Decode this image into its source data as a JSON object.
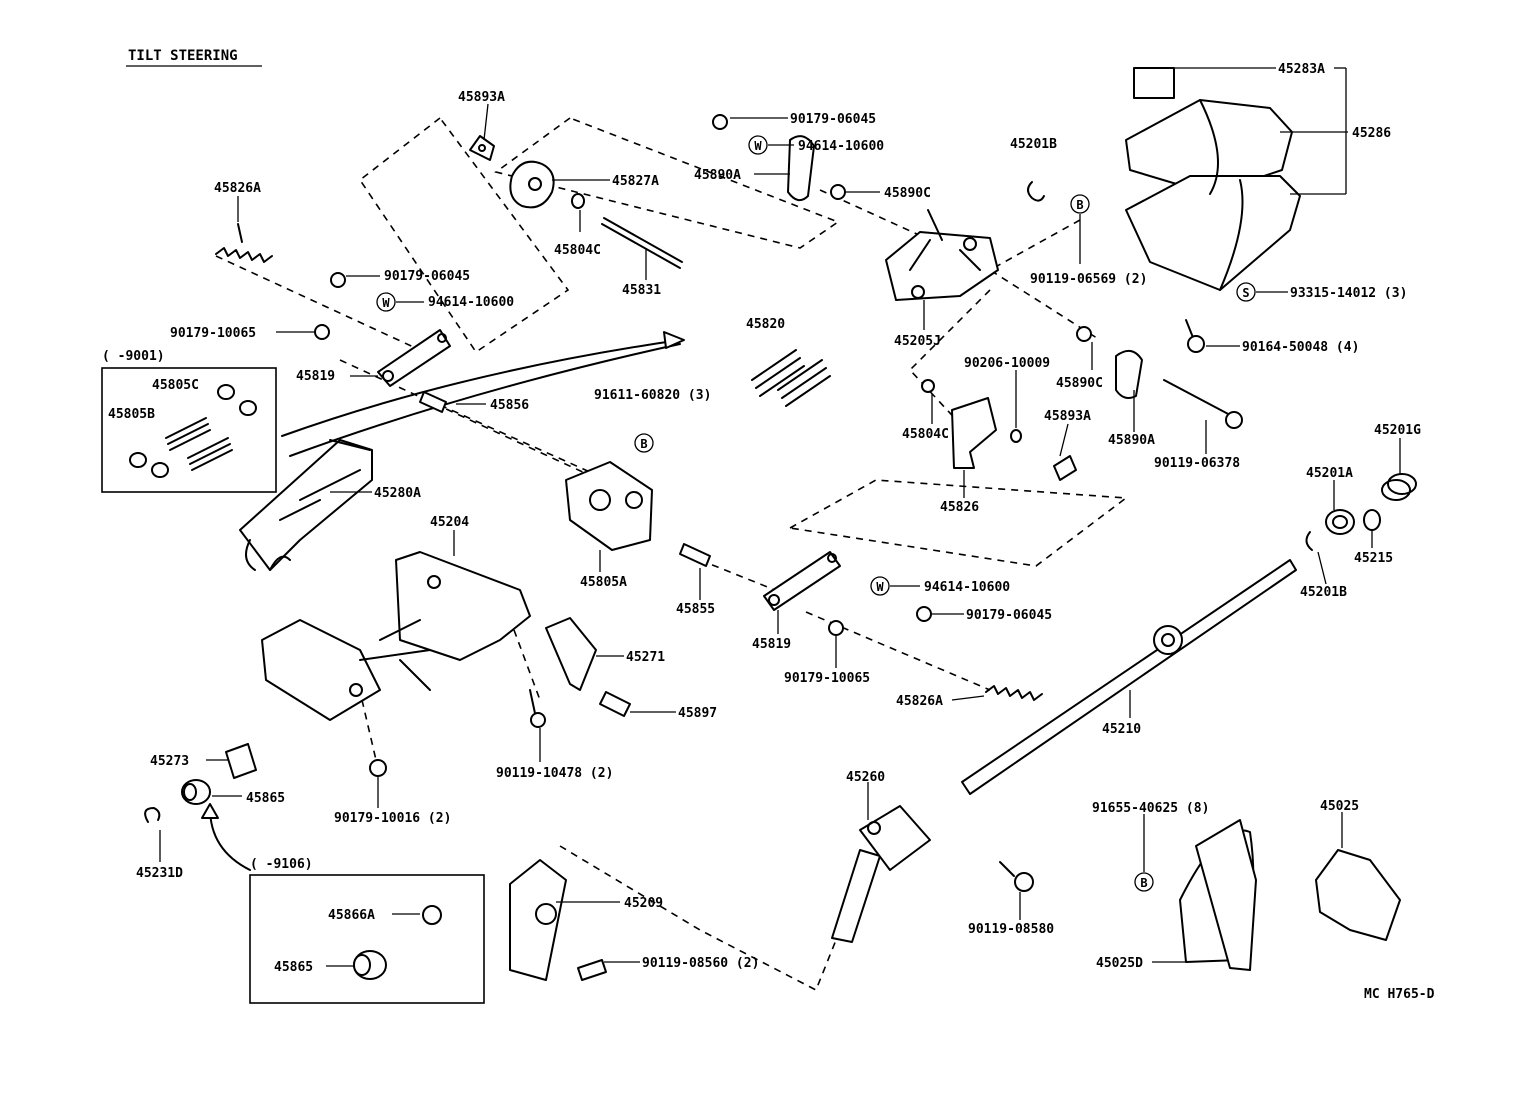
{
  "title": "TILT STEERING",
  "diagram_code": "MC H765-D",
  "range_left": "(      -9001)",
  "range_bottom": "(      -9106)",
  "parts": {
    "p45893A_top": "45893A",
    "p45827A": "45827A",
    "p45826A_top": "45826A",
    "p45804C_top": "45804C",
    "p45831": "45831",
    "p90179_06045_a": "90179-06045",
    "p94614_10600_a": "94614-10600",
    "p90179_10065_a": "90179-10065",
    "p45805C": "45805C",
    "p45805B": "45805B",
    "p45819_a": "45819",
    "p45856": "45856",
    "p45280A": "45280A",
    "p45204": "45204",
    "p45820": "45820",
    "p91611_60820": "91611-60820 (3)",
    "p45805A": "45805A",
    "p90179_06045_top": "90179-06045",
    "p94614_10600_top": "94614-10600",
    "p45890A_top": "45890A",
    "p45890C_top": "45890C",
    "p45205J": "45205J",
    "p45201B_top": "45201B",
    "p90119_06569": "90119-06569 (2)",
    "p45283A": "45283A",
    "p45286": "45286",
    "p93315_14012": "93315-14012 (3)",
    "p90164_50048": "90164-50048 (4)",
    "p90206_10009": "90206-10009",
    "p45890C_mid": "45890C",
    "p45804C_mid": "45804C",
    "p45893A_mid": "45893A",
    "p45890A_mid": "45890A",
    "p45826": "45826",
    "p90119_06378": "90119-06378",
    "p45201G": "45201G",
    "p45201A": "45201A",
    "p45215": "45215",
    "p45201B_mid": "45201B",
    "p45855": "45855",
    "p45819_b": "45819",
    "p94614_10600_b": "94614-10600",
    "p90179_06045_b": "90179-06045",
    "p90179_10065_b": "90179-10065",
    "p45826A_b": "45826A",
    "p45271": "45271",
    "p45897": "45897",
    "p90119_10478": "90119-10478 (2)",
    "p45210": "45210",
    "p45273": "45273",
    "p45865_a": "45865",
    "p90179_10016": "90179-10016 (2)",
    "p45231D": "45231D",
    "p45866A": "45866A",
    "p45865_b": "45865",
    "p45209": "45209",
    "p90119_08560": "90119-08560 (2)",
    "p45260": "45260",
    "p91655_40625": "91655-40625 (8)",
    "p90119_08580": "90119-08580",
    "p45025D": "45025D",
    "p45025": "45025"
  },
  "callouts": {
    "W": "W",
    "B": "B",
    "S": "S"
  }
}
